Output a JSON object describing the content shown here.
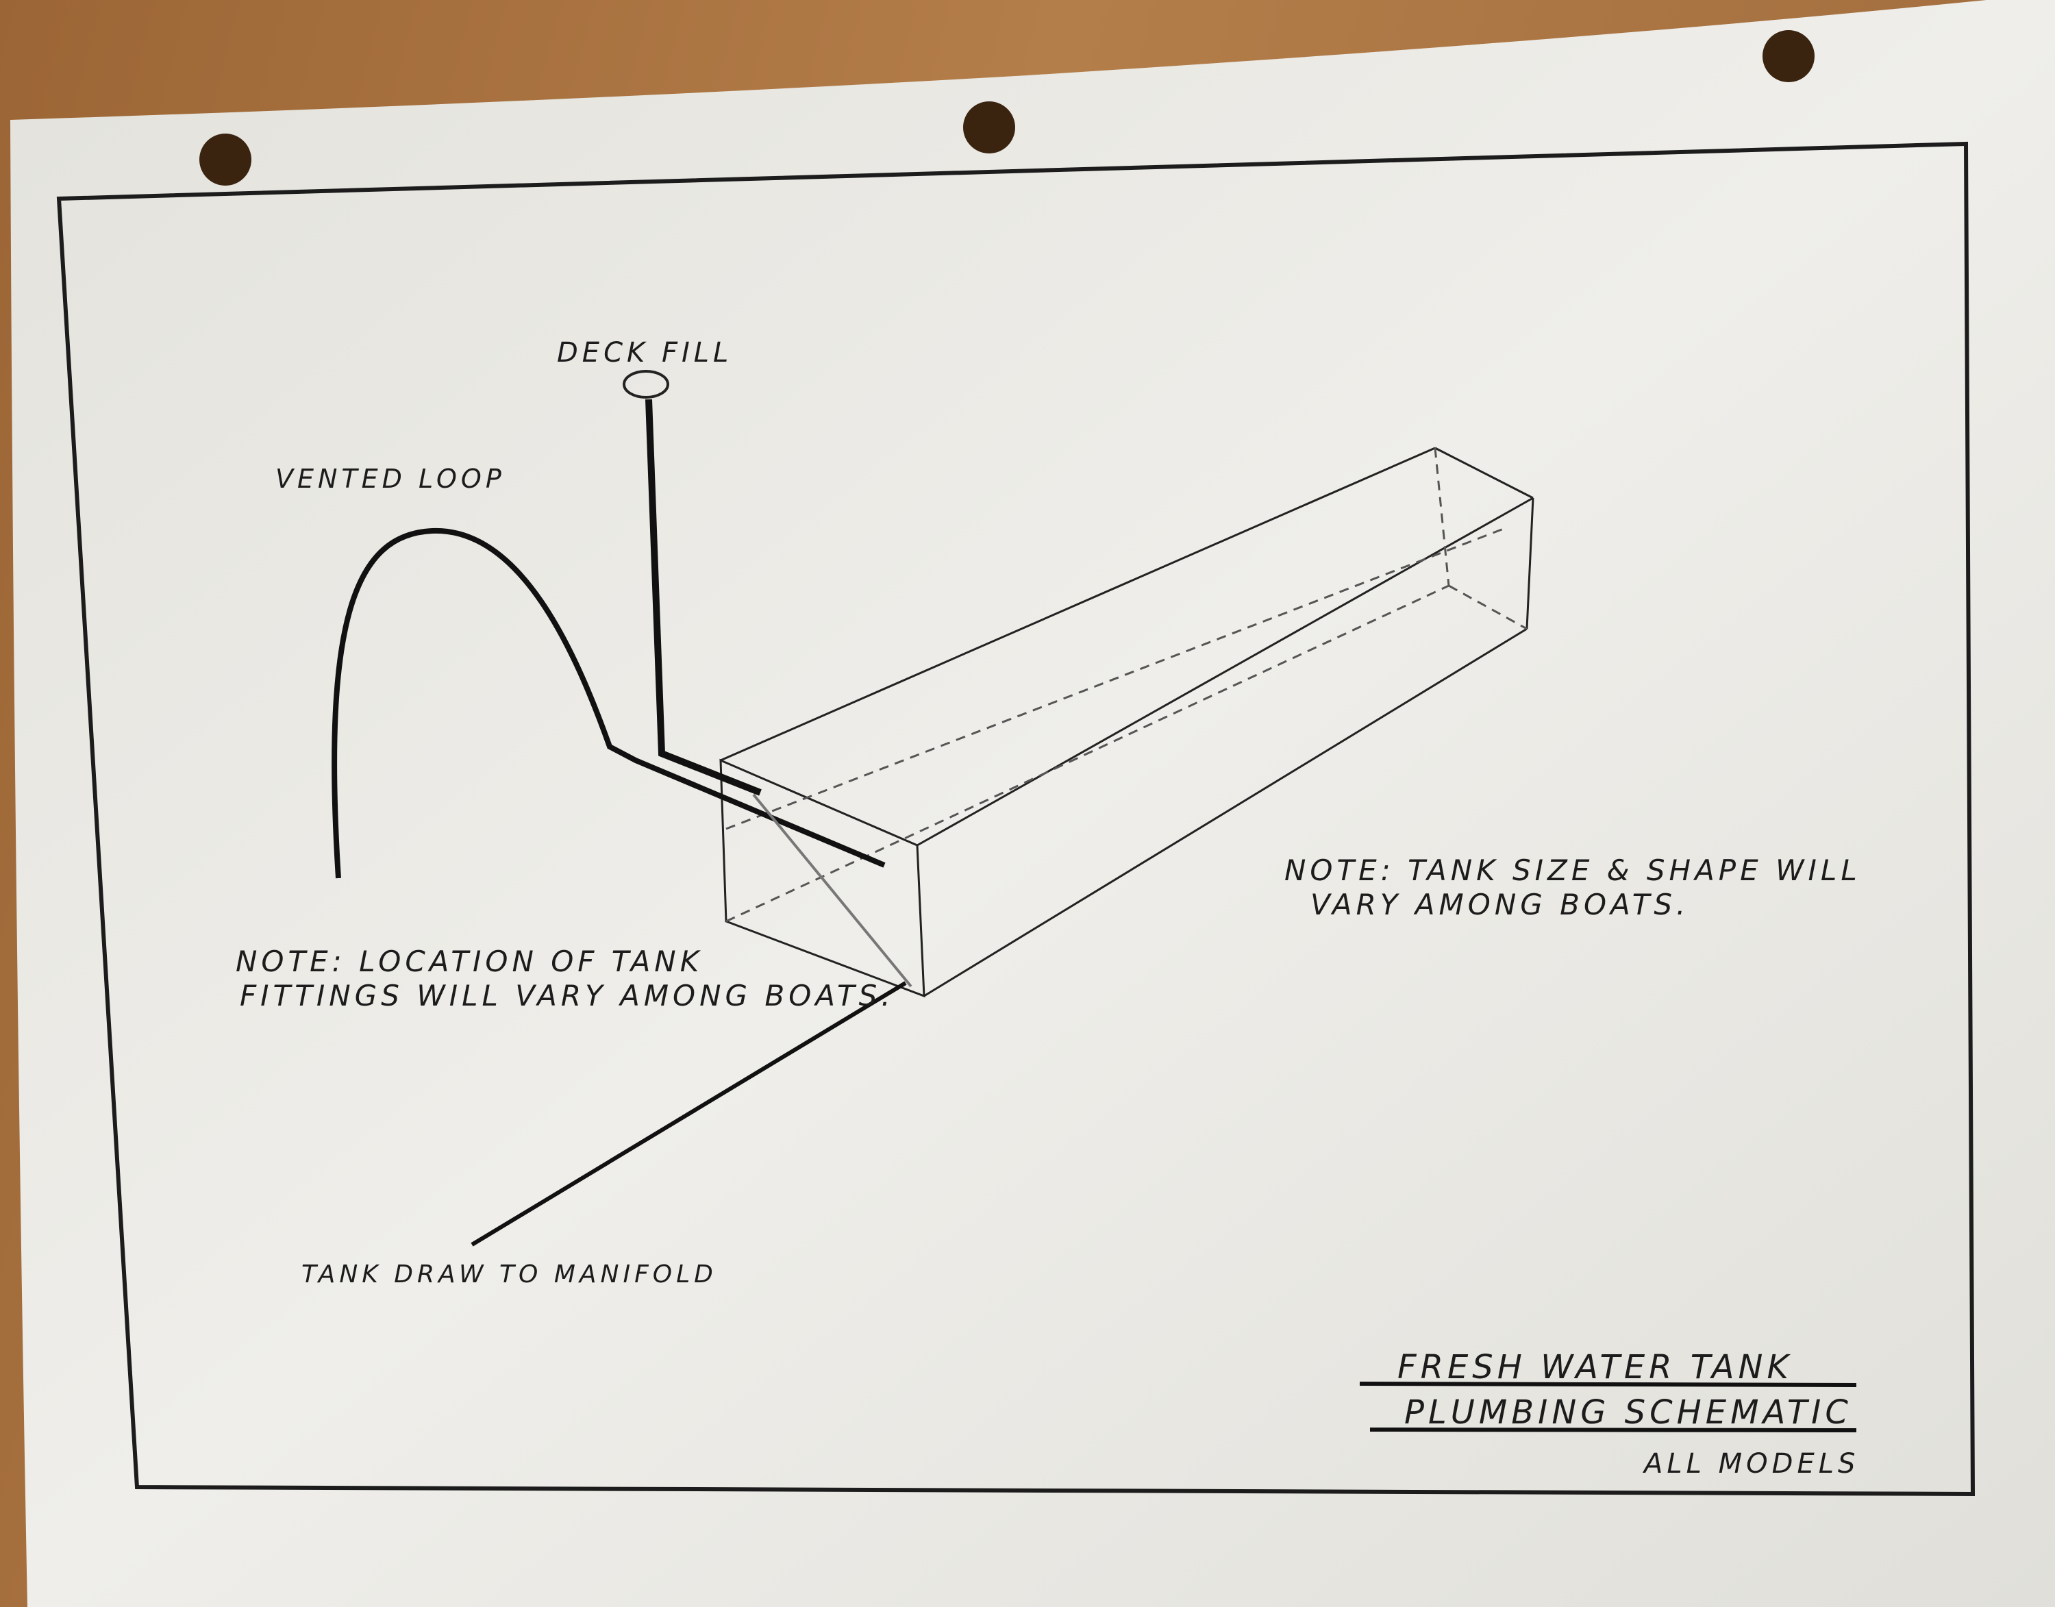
{
  "drawing": {
    "labels": {
      "deck_fill": "DECK FILL",
      "vented_loop": "VENTED LOOP",
      "tank_draw": "TANK DRAW TO MANIFOLD"
    },
    "notes": {
      "fittings_line1": "NOTE: LOCATION OF TANK",
      "fittings_line2": "FITTINGS WILL VARY AMONG BOATS.",
      "tank_line1": "NOTE: TANK SIZE & SHAPE WILL",
      "tank_line2": "VARY AMONG BOATS."
    },
    "title_block": {
      "line1": "FRESH WATER TANK",
      "line2": "PLUMBING SCHEMATIC",
      "line3": "ALL MODELS"
    }
  },
  "colors": {
    "wood": "#a8733f",
    "paper": "#ecebe6",
    "ink": "#1c1c1c"
  }
}
